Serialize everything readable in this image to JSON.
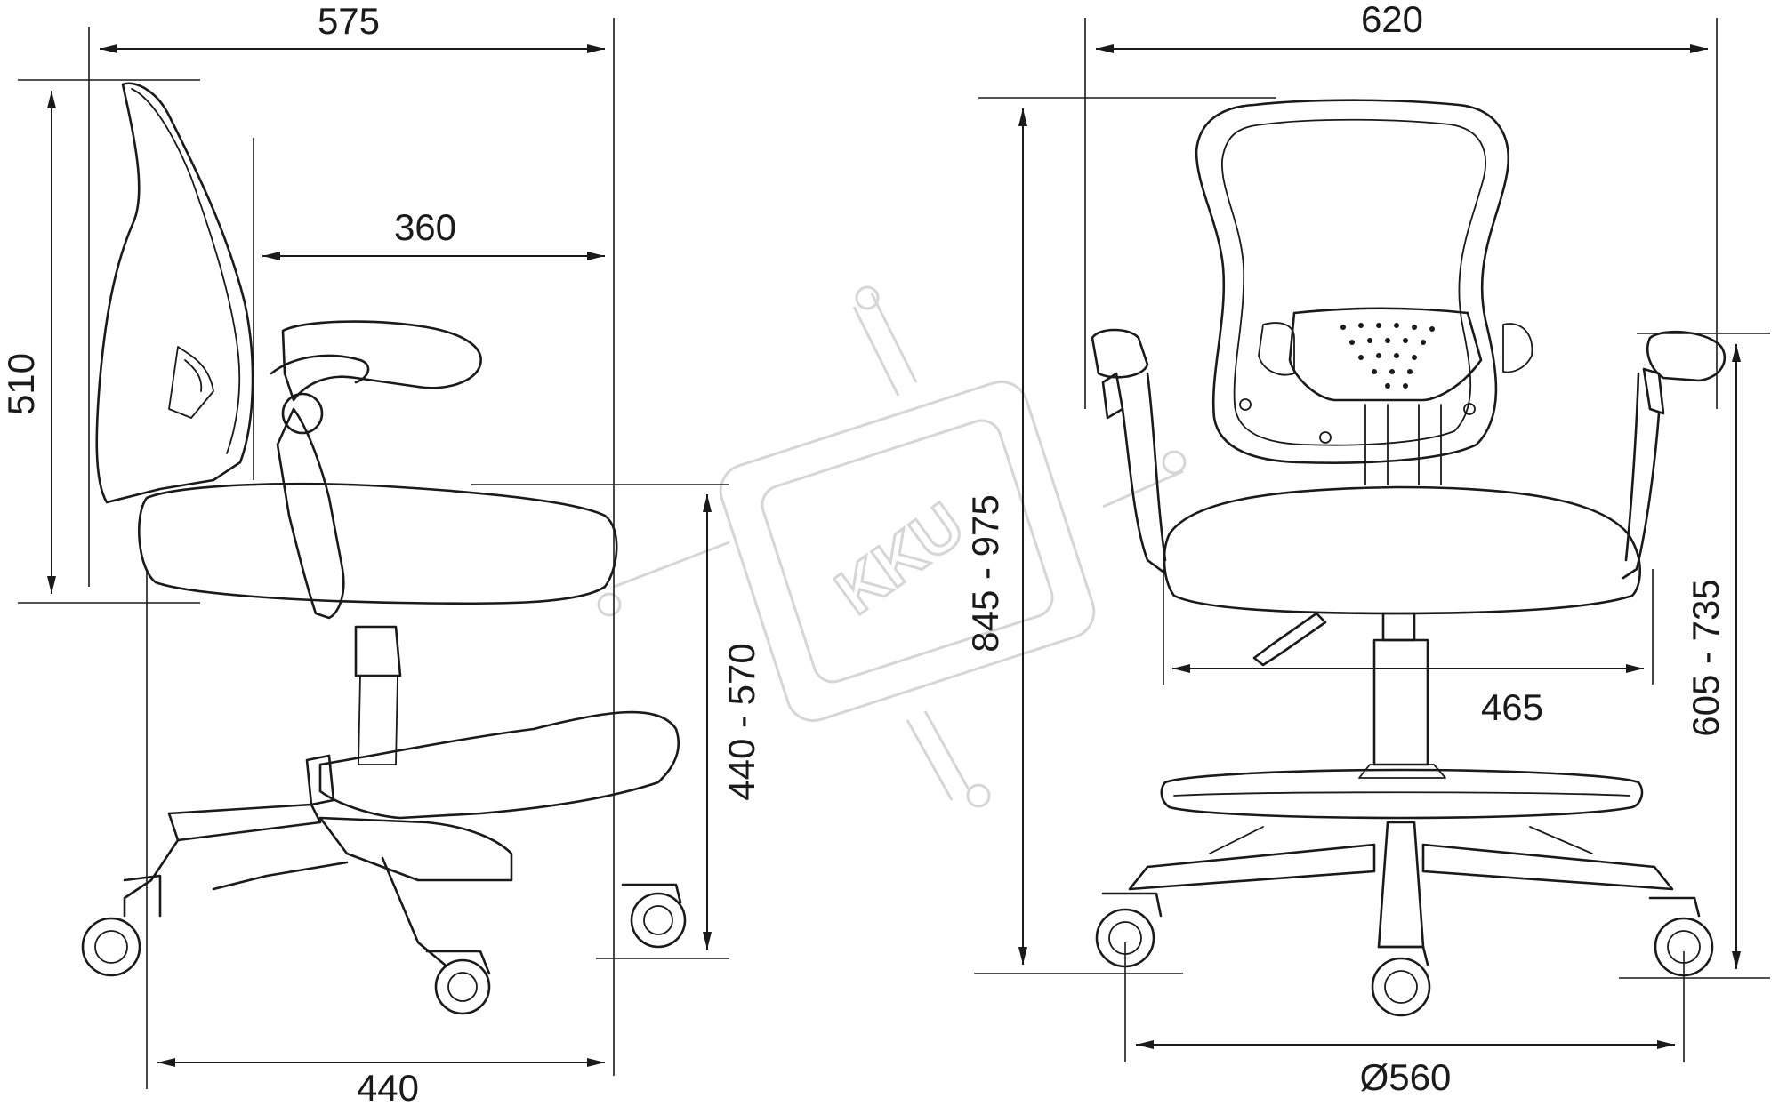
{
  "side_view": {
    "dims": {
      "overall_depth": "575",
      "armrest_depth": "360",
      "backrest_height": "510",
      "seat_height_range": "440 - 570",
      "base_depth": "440"
    }
  },
  "front_view": {
    "dims": {
      "overall_width": "620",
      "overall_height_range": "845 - 975",
      "seat_width": "465",
      "armrest_height_range": "605 - 735",
      "base_diameter": "Ø560"
    }
  },
  "watermark": {
    "text": "KKU"
  }
}
